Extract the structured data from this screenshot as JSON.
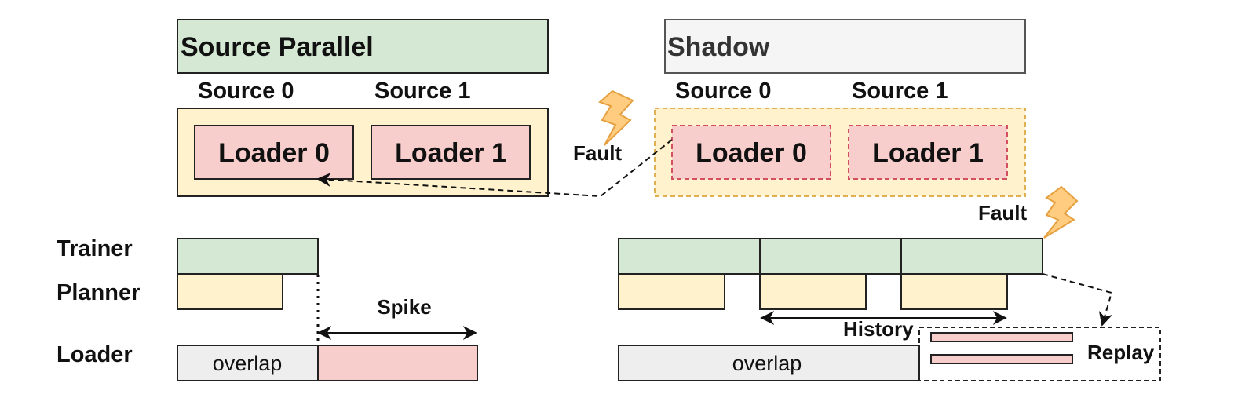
{
  "colors": {
    "green": "#d5e8d4",
    "yellow": "#fff2cc",
    "pink": "#f8cecc",
    "grey": "#eeeeee",
    "shadow_bg": "#f5f5f5",
    "lightning": "#ffcc80",
    "lightning_stroke": "#e6a040",
    "stroke": "#222222",
    "dashed_pink": "#d05060",
    "dashed_yellow": "#e0b050"
  },
  "source_parallel": {
    "title": "Source Parallel",
    "source_labels": [
      "Source 0",
      "Source 1"
    ],
    "loaders": [
      "Loader 0",
      "Loader 1"
    ]
  },
  "shadow": {
    "title": "Shadow",
    "source_labels": [
      "Source 0",
      "Source 1"
    ],
    "loaders": [
      "Loader 0",
      "Loader 1"
    ]
  },
  "fault_labels": [
    "Fault",
    "Fault"
  ],
  "row_labels": [
    "Trainer",
    "Planner",
    "Loader"
  ],
  "timeline_left": {
    "spike_label": "Spike",
    "overlap_label": "overlap"
  },
  "timeline_right": {
    "history_label": "History",
    "overlap_label": "overlap",
    "replay_label": "Replay"
  }
}
